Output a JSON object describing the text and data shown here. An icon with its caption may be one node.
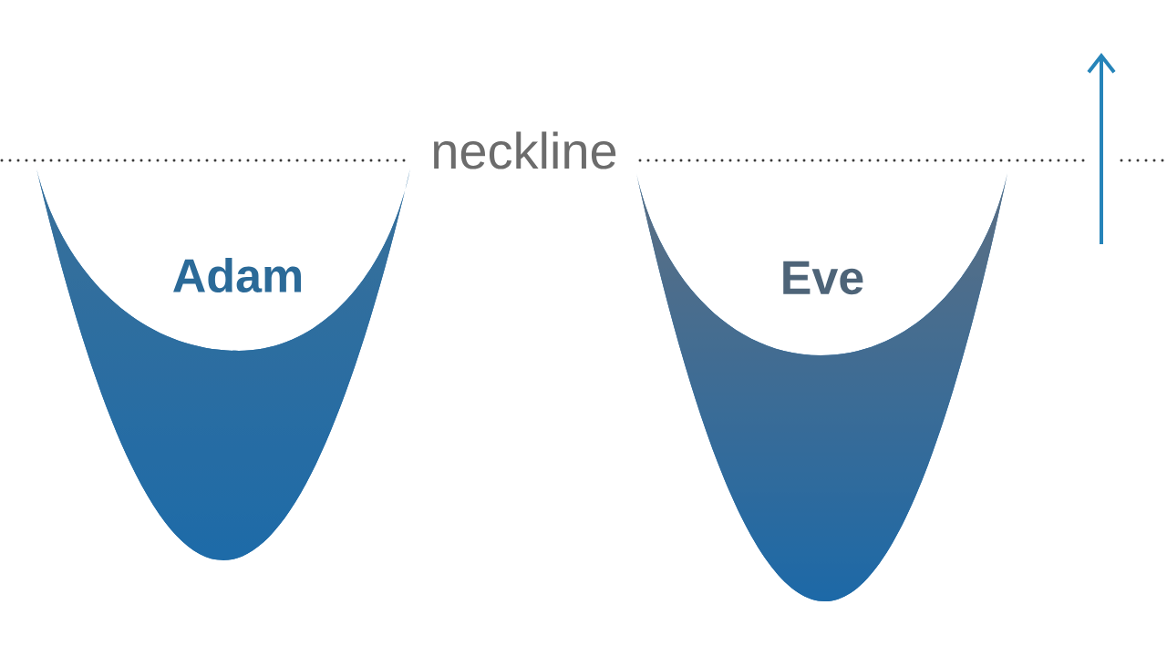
{
  "diagram": {
    "nodes": [
      {
        "text": [
          "Adam"
        ]
      },
      {
        "text": [
          "Eve"
        ]
      }
    ],
    "labels": [
      "neckline"
    ]
  }
}
